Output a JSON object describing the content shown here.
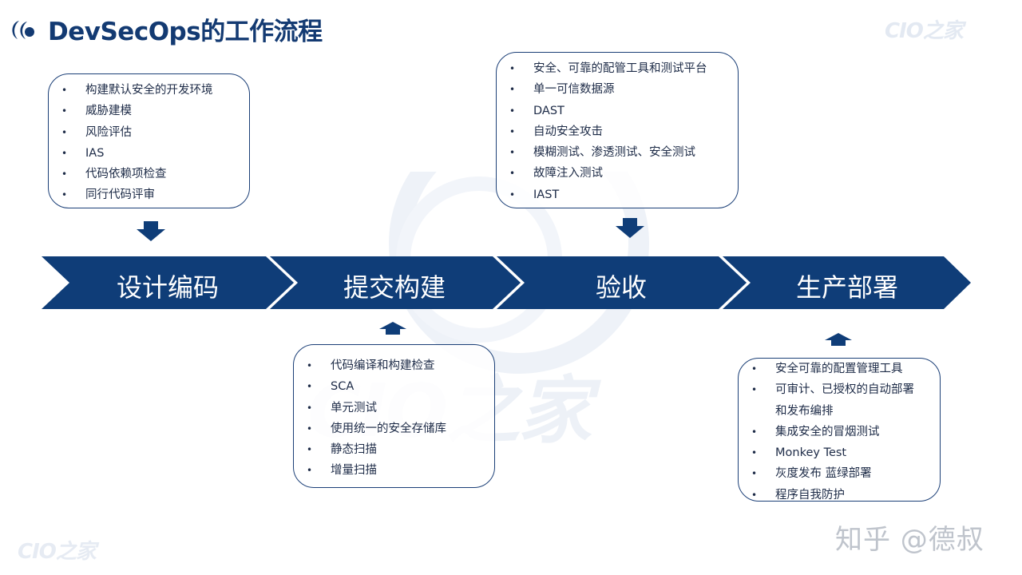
{
  "header": {
    "title": "DevSecOps的工作流程",
    "brand_top": "CIO之家",
    "brand_bottom": "CIO之家",
    "watermark": "CIO之家",
    "signature": "知乎 @德叔"
  },
  "colors": {
    "primary": "#133a72",
    "pipeline": "#0f3d78",
    "box_border": "#1b3f77",
    "text": "#1d2b47",
    "watermark": "#edf1f7"
  },
  "stages": [
    {
      "label": "设计编码"
    },
    {
      "label": "提交构建"
    },
    {
      "label": "验收"
    },
    {
      "label": "生产部署"
    }
  ],
  "boxes": {
    "design": {
      "items": [
        "构建默认安全的开发环境",
        "威胁建模",
        "风险评估",
        "IAS",
        "代码依赖项检查",
        "同行代码评审"
      ]
    },
    "build": {
      "items": [
        "代码编译和构建检查",
        "SCA",
        "单元测试",
        "使用统一的安全存储库",
        "静态扫描",
        "增量扫描"
      ]
    },
    "accept": {
      "items": [
        "安全、可靠的配管工具和测试平台",
        "单一可信数据源",
        "DAST",
        "自动安全攻击",
        "模糊测试、渗透测试、安全测试",
        "故障注入测试",
        "IAST"
      ]
    },
    "deploy": {
      "items": [
        "安全可靠的配置管理工具",
        "可审计、已授权的自动部署",
        "和发布编排",
        "集成安全的冒烟测试",
        "Monkey Test",
        "灰度发布 蓝绿部署",
        "程序自我防护"
      ]
    }
  },
  "bullet": "•"
}
